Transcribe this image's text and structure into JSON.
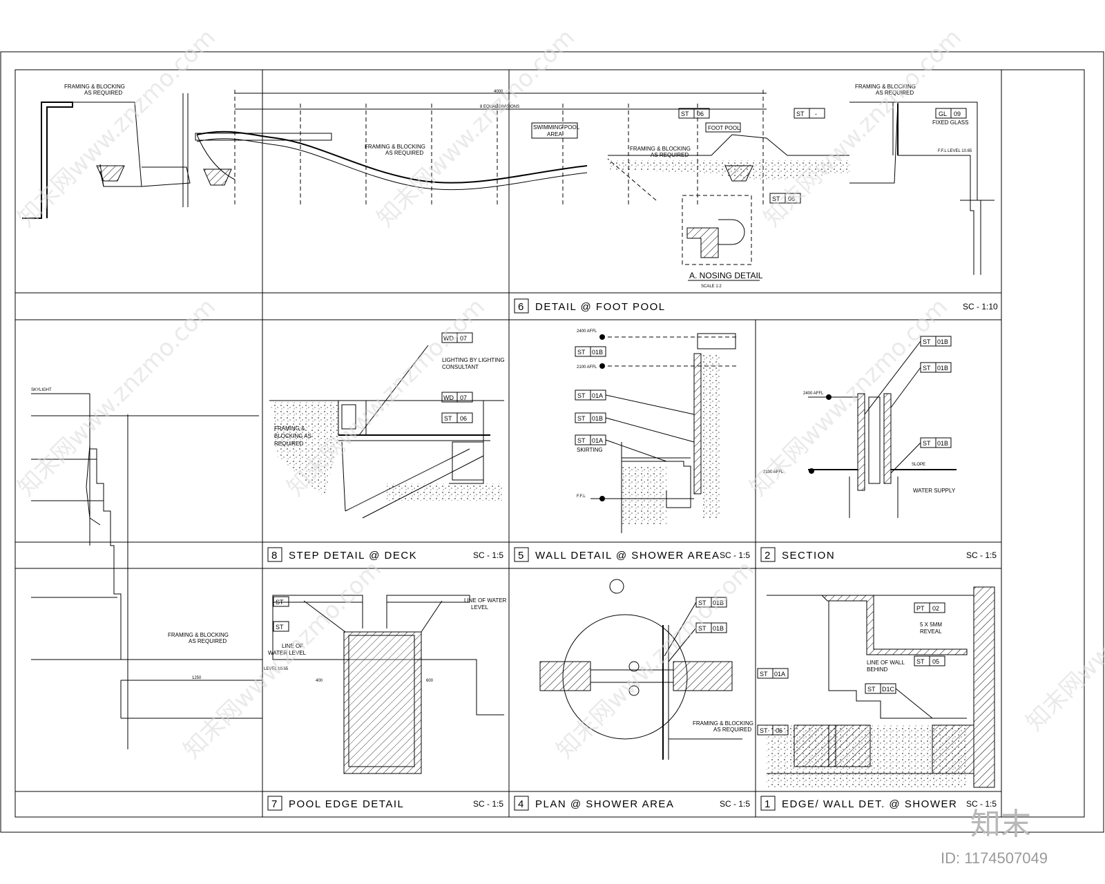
{
  "sheet": {
    "details": {
      "d6": {
        "num": "6",
        "title": "DETAIL @  FOOT POOL",
        "scale": "SC - 1:10"
      },
      "d8": {
        "num": "8",
        "title": "STEP DETAIL @ DECK",
        "scale": "SC - 1:5"
      },
      "d5": {
        "num": "5",
        "title": "WALL DETAIL @ SHOWER AREA",
        "scale": "SC - 1:5"
      },
      "d2": {
        "num": "2",
        "title": "SECTION",
        "scale": "SC - 1:5"
      },
      "d7": {
        "num": "7",
        "title": "POOL EDGE DETAIL",
        "scale": "SC - 1:5"
      },
      "d4": {
        "num": "4",
        "title": "PLAN @ SHOWER AREA",
        "scale": "SC - 1:5"
      },
      "d1": {
        "num": "1",
        "title": "EDGE/ WALL DET. @ SHOWER",
        "scale": "SC - 1:5"
      }
    },
    "nosing": {
      "title": "A. NOSING DETAIL",
      "scale": "SCALE 1:2"
    },
    "tags": {
      "st": "ST",
      "st06": "06",
      "dash": "-",
      "gl": "GL",
      "gl09": "09",
      "wd": "WD",
      "wd07": "07",
      "st01b": "01B",
      "st01a": "01A",
      "pt": "PT",
      "pt02": "02",
      "st05": "05",
      "d1c": "D1C"
    },
    "notes": {
      "framing": "FRAMING & BLOCKING",
      "as_required": "AS REQUIRED",
      "swimming_pool": "SWIMMING POOL",
      "area": "AREA",
      "foot_pool": "FOOT POOL",
      "fixed_glass": "FIXED GLASS",
      "ffl_level": "F.F.L LEVEL 10.65",
      "lighting": "LIGHTING BY LIGHTING",
      "consultant": "CONSULTANT",
      "framing_amp": "FRAMING &",
      "blocking": "BLOCKING  AS",
      "required": "REQUIRED",
      "skirting": "SKIRTING",
      "ffl": "F.F.L",
      "affl_2400": "2400 AFFL",
      "affl_2100": "2100 AFFL",
      "slope": "SLOPE",
      "water_supply": "WATER SUPPLY",
      "skylight": "SKYLIGHT",
      "line_of": "LINE OF",
      "water_level": "WATER LEVEL",
      "line_of_water": "LINE OF WATER",
      "level": "LEVEL",
      "level_val": "LEVEL 10.65",
      "line_wall": "LINE OF WALL",
      "behind": "BEHIND",
      "reveal1": "5 X 5MM",
      "reveal2": "REVEAL",
      "dim_4000": "4000",
      "dim_equal": "8 EQUAL DIVISIONS",
      "dim_1250": "1250",
      "dim_400": "400",
      "dim_600": "600"
    },
    "footer": {
      "brand": "知末",
      "id": "ID: 1174507049"
    },
    "watermark": "知末网www.znzmo.com"
  }
}
